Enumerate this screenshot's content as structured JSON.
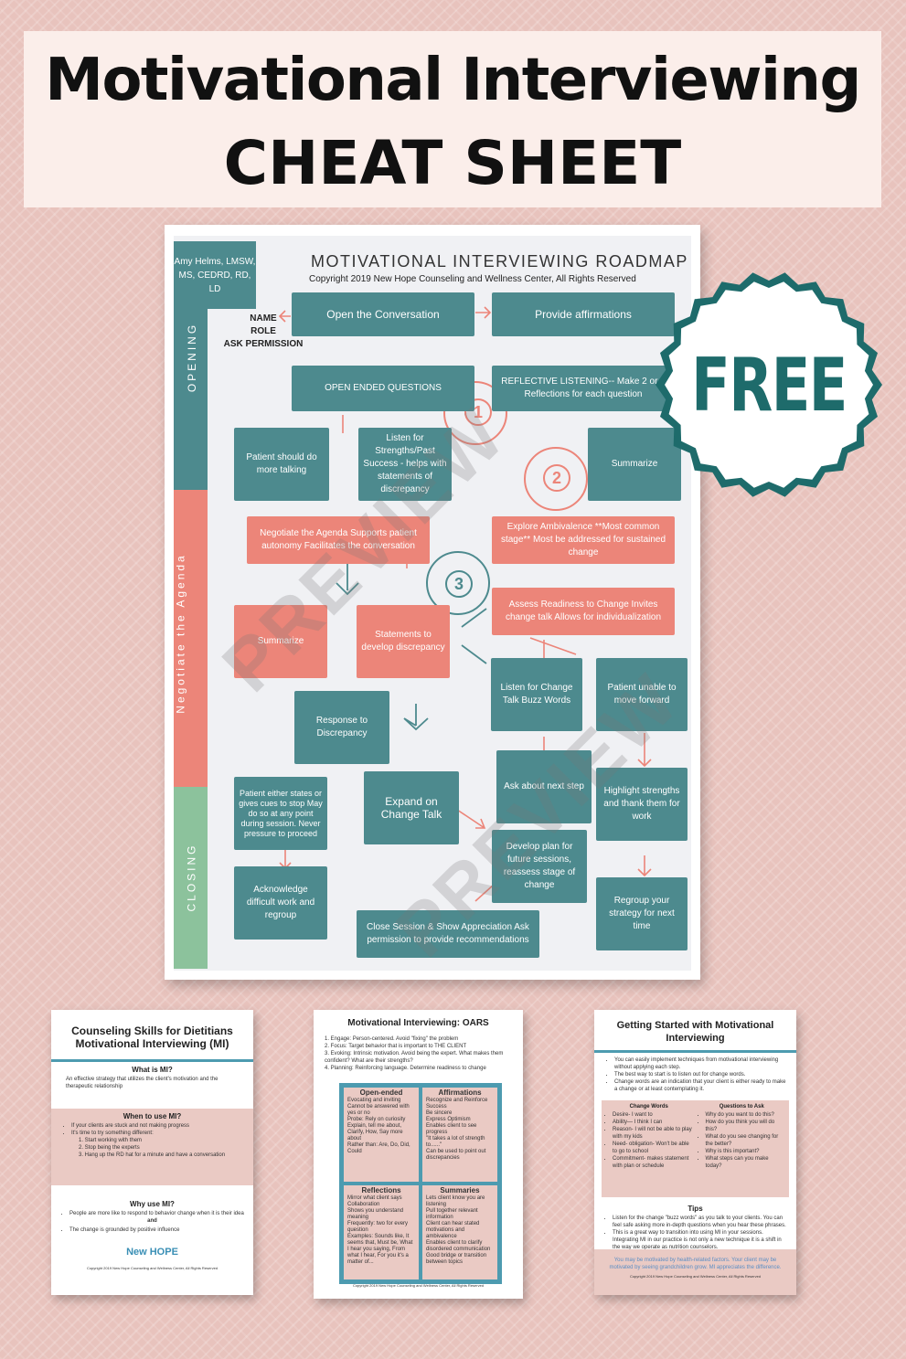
{
  "header": {
    "line1": "Motivational Interviewing",
    "line2": "CHEAT SHEET"
  },
  "badge": {
    "text": "FREE"
  },
  "roadmap": {
    "title": "MOTIVATIONAL INTERVIEWING ROADMAP",
    "copyright": "Copyright 2019 New Hope Counseling and Wellness Center, All Rights Reserved",
    "author": "Amy Helms, LMSW, MS, CEDRD, RD, LD",
    "name_role": [
      "NAME",
      "ROLE",
      "ASK PERMISSION"
    ],
    "sections": {
      "opening": "OPENING",
      "negotiate": "Negotiate the Agenda",
      "closing": "CLOSING"
    },
    "watermark": "PREVIEW",
    "step_numbers": [
      "1",
      "2",
      "3"
    ],
    "boxes": {
      "open_conversation": "Open the Conversation",
      "provide_affirmations": "Provide affirmations",
      "open_ended": "OPEN ENDED QUESTIONS",
      "reflective": "REFLECTIVE LISTENING-- Make 2 or 3 Reflections for each question",
      "patient_talking": "Patient should do more talking",
      "listen_strengths": "Listen for Strengths/Past Success - helps with statements of discrepancy",
      "summarize_1": "Summarize",
      "negotiate": "Negotiate the Agenda Supports patient autonomy Facilitates the conversation",
      "explore": "Explore Ambivalence **Most common stage** Most be addressed for sustained change",
      "summarize_2": "Summarize",
      "statements": "Statements to develop discrepancy",
      "assess": "Assess Readiness to Change Invites change talk Allows for individualization",
      "listen_change": "Listen for Change Talk Buzz Words",
      "unable": "Patient unable to move forward",
      "response": "Response to Discrepancy",
      "ask_next": "Ask about next step",
      "patient_states": "Patient either states or gives cues to stop May do so at any point during session. Never pressure to proceed",
      "expand": "Expand on Change Talk",
      "highlight": "Highlight strengths and thank them for work",
      "develop_plan": "Develop plan for future sessions, reassess stage of change",
      "acknowledge": "Acknowledge difficult work and regroup",
      "regroup": "Regroup your strategy for next time",
      "close_session": "Close Session & Show Appreciation Ask permission to provide recommendations"
    }
  },
  "card1": {
    "title": "Counseling Skills for Dietitians Motivational Interviewing (MI)",
    "what_h": "What is MI?",
    "what_text": "An effective strategy that utilizes the client's motivation and the therapeutic relationship",
    "when_h": "When to use MI?",
    "when_items": [
      "If your clients are stuck and not making progress",
      "It's time to try something different:",
      "1. Start working with them",
      "2. Stop being the experts",
      "3. Hang up the RD hat for a minute and have a conversation"
    ],
    "why_h": "Why use MI?",
    "why_items": [
      "People are more like to respond to behavior change when it is their idea",
      "and",
      "The change is grounded by positive influence"
    ],
    "logo": "New HOPE",
    "footer": "Copyright 2019 New Hope Counseling and Wellness Center, All Rights Reserved"
  },
  "card2": {
    "title": "Motivational Interviewing: OARS",
    "items": [
      "1. Engage: Person-centered. Avoid \"fixing\" the problem",
      "2. Focus: Target behavior that is important to THE CLIENT",
      "3. Evoking: Intrinsic motivation. Avoid being the expert. What makes them confident? What are their strengths?",
      "4. Planning: Reinforcing language. Determine readiness to change"
    ],
    "cells": [
      {
        "h": "Open-ended",
        "lines": [
          "Evocating and inviting",
          "Cannot be answered with yes or no",
          "Probe: Rely on curiosity",
          "Explain, tell me about, Clarify, How, Say more about",
          "Rather than: Are, Do, Did, Could"
        ]
      },
      {
        "h": "Affirmations",
        "lines": [
          "Recognize and Reinforce Success",
          "Be sincere",
          "Express Optimism",
          "Enables client to see progress",
          "\"It takes a lot of strength to......\"",
          "Can be used to point out discrepancies"
        ]
      },
      {
        "h": "Reflections",
        "lines": [
          "Mirror what client says",
          "Collaboration",
          "Shows you understand meaning",
          "Frequently: two for every question",
          "Examples: Sounds like, It seems that, Must be, What I hear you saying, From what I hear, For you it's a matter of..."
        ]
      },
      {
        "h": "Summaries",
        "lines": [
          "Lets client know you are listening",
          "Pull together relevant information",
          "Client can hear stated motivations and ambivalence",
          "Enables client to clarify disordered communication",
          "Good bridge or transition between topics"
        ]
      }
    ],
    "footer": "Copyright 2019 New Hope Counseling and Wellness Center, All Rights Reserved"
  },
  "card3": {
    "title": "Getting Started with Motivational Interviewing",
    "intro": [
      "You can easily implement techniques from motivational interviewing without applying each step.",
      "The best way to start is to listen out for change words.",
      "Change words are an indication that your client is either ready to make a change or at least contemplating it."
    ],
    "change_h": "Change Words",
    "change_items": [
      "Desire- I want to",
      "Ability— I think I can",
      "Reason- I will not be able to play with my kids",
      "Need- obligation- Won't be able to go to school",
      "Commitment- makes statement with plan or schedule"
    ],
    "questions_h": "Questions to Ask",
    "question_items": [
      "Why do you want to do this?",
      "How do you think you will do this?",
      "What do you see changing for the better?",
      "Why is this important?",
      "What steps can you make today?"
    ],
    "tips_h": "Tips",
    "tips": [
      "Listen for the change \"buzz words\" as you talk to your clients. You can feel safe asking more in-depth questions when you hear these phrases.",
      "This is a great way to transition into using MI in your sessions. Integrating MI in our practice is not only a new technique it is a shift in the way we operate as nutrition counselors."
    ],
    "footer_note": "You may be motivated by health-related factors. Your client may be motivated by seeing grandchildren grow. MI appreciates the difference.",
    "footer": "Copyright 2019 New Hope Counseling and Wellness Center, All Rights Reserved"
  },
  "colors": {
    "teal": "#4d8a8e",
    "salmon": "#ec8579",
    "green": "#8cc29c",
    "badge": "#1e6b6b"
  }
}
